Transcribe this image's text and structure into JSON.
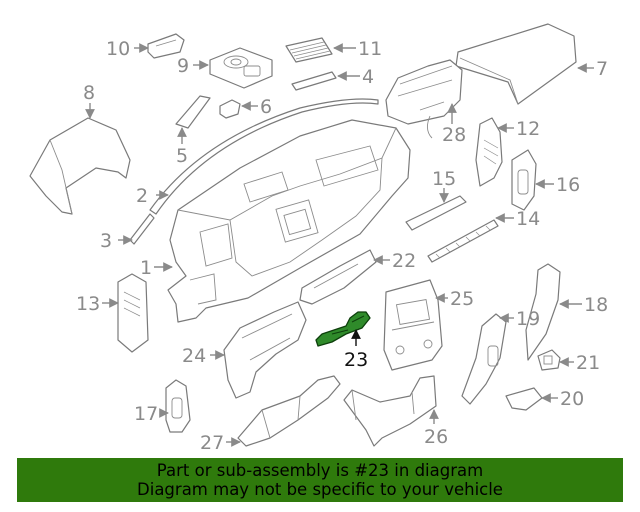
{
  "highlight_part": "23",
  "callouts": {
    "c1": "1",
    "c2": "2",
    "c3": "3",
    "c4": "4",
    "c5": "5",
    "c6": "6",
    "c7": "7",
    "c8": "8",
    "c9": "9",
    "c10": "10",
    "c11": "11",
    "c12": "12",
    "c13": "13",
    "c14": "14",
    "c15": "15",
    "c16": "16",
    "c17": "17",
    "c18": "18",
    "c19": "19",
    "c20": "20",
    "c21": "21",
    "c22": "22",
    "c23": "23",
    "c24": "24",
    "c25": "25",
    "c26": "26",
    "c27": "27",
    "c28": "28"
  },
  "banner": {
    "line1": "Part or sub-assembly is #23 in diagram",
    "line2": "Diagram may not be specific to your vehicle"
  },
  "colors": {
    "banner_bg": "#2f7a0c",
    "highlight_fill": "#2f8a2a",
    "callout_gray": "#8a8a8a"
  }
}
